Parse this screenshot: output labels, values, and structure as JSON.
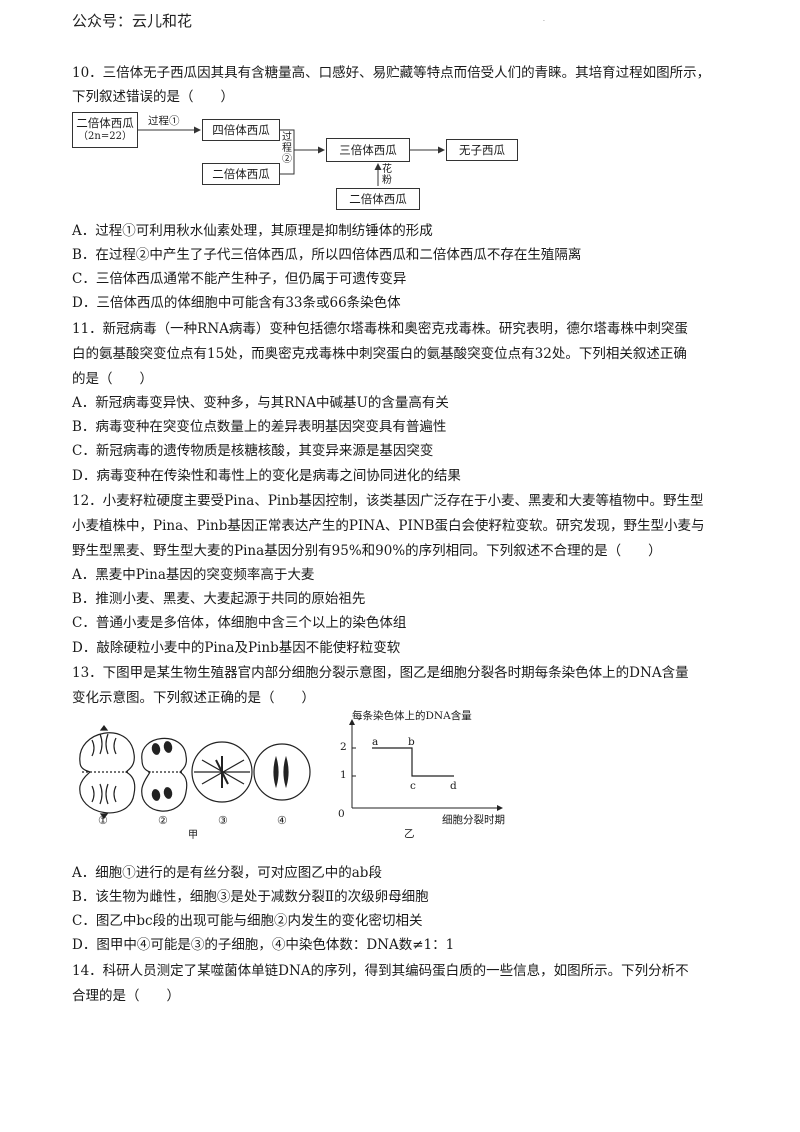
{
  "header": {
    "account": "公众号：云儿和花",
    "dot": "."
  },
  "q10": {
    "line1": "10．三倍体无子西瓜因其具有含糖量高、口感好、易贮藏等特点而倍受人们的青睐。其培育过程如图所示，",
    "line2": "下列叙述错误的是（　　）",
    "diagram": {
      "diploid_a": "二倍体西瓜",
      "diploid_a_sub": "（2n=22）",
      "process1": "过程①",
      "tetraploid": "四倍体西瓜",
      "process2": "过程②",
      "diploid_b": "二倍体西瓜",
      "triploid": "三倍体西瓜",
      "seedless": "无子西瓜",
      "pollen": "花粉",
      "diploid_c": "二倍体西瓜"
    },
    "options": [
      "A．过程①可利用秋水仙素处理，其原理是抑制纺锤体的形成",
      "B．在过程②中产生了子代三倍体西瓜，所以四倍体西瓜和二倍体西瓜不存在生殖隔离",
      "C．三倍体西瓜通常不能产生种子，但仍属于可遗传变异",
      "D．三倍体西瓜的体细胞中可能含有33条或66条染色体"
    ]
  },
  "q11": {
    "line1": "11．新冠病毒（一种RNA病毒）变种包括德尔塔毒株和奥密克戎毒株。研究表明，德尔塔毒株中刺突蛋",
    "line2": "白的氨基酸突变位点有15处，而奥密克戎毒株中刺突蛋白的氨基酸突变位点有32处。下列相关叙述正确",
    "line3": "的是（　　）",
    "options": [
      "A．新冠病毒变异快、变种多，与其RNA中碱基U的含量高有关",
      "B．病毒变种在突变位点数量上的差异表明基因突变具有普遍性",
      "C．新冠病毒的遗传物质是核糖核酸，其变异来源是基因突变",
      "D．病毒变种在传染性和毒性上的变化是病毒之间协同进化的结果"
    ]
  },
  "q12": {
    "line1": "12．小麦籽粒硬度主要受Pina、Pinb基因控制，该类基因广泛存在于小麦、黑麦和大麦等植物中。野生型",
    "line2": "小麦植株中，Pina、Pinb基因正常表达产生的PINA、PINB蛋白会使籽粒变软。研究发现，野生型小麦与",
    "line3": "野生型黑麦、野生型大麦的Pina基因分别有95%和90%的序列相同。下列叙述不合理的是（　　）",
    "options": [
      "A．黑麦中Pina基因的突变频率高于大麦",
      "B．推测小麦、黑麦、大麦起源于共同的原始祖先",
      "C．普通小麦是多倍体，体细胞中含三个以上的染色体组",
      "D．敲除硬粒小麦中的Pina及Pinb基因不能使籽粒变软"
    ]
  },
  "q13": {
    "line1": "13．下图甲是某生物生殖器官内部分细胞分裂示意图，图乙是细胞分裂各时期每条染色体上的DNA含量",
    "line2": "变化示意图。下列叙述正确的是（　　）",
    "cells": {
      "c1": "①",
      "c2": "②",
      "c3": "③",
      "c4": "④",
      "caption": "甲"
    },
    "graph": {
      "ylabel": "每条染色体上的DNA含量",
      "xlabel": "细胞分裂时期",
      "caption": "乙",
      "origin": "0",
      "y2": "2",
      "y1": "1",
      "a": "a",
      "b": "b",
      "c": "c",
      "d": "d"
    },
    "chart_data": {
      "type": "line",
      "xlabel": "细胞分裂时期",
      "ylabel": "每条染色体上的DNA含量",
      "points": [
        {
          "label": "a",
          "y": 2
        },
        {
          "label": "b",
          "y": 2
        },
        {
          "label": "c",
          "y": 1
        },
        {
          "label": "d",
          "y": 1
        }
      ],
      "yticks": [
        1,
        2
      ]
    },
    "options": [
      "A．细胞①进行的是有丝分裂，可对应图乙中的ab段",
      "B．该生物为雌性，细胞③是处于减数分裂Ⅱ的次级卵母细胞",
      "C．图乙中bc段的出现可能与细胞②内发生的变化密切相关",
      "D．图甲中④可能是③的子细胞，④中染色体数：DNA数≠1：1"
    ]
  },
  "q14": {
    "line1": "14．科研人员测定了某噬菌体单链DNA的序列，得到其编码蛋白质的一些信息，如图所示。下列分析不",
    "line2": "合理的是（　　）"
  }
}
